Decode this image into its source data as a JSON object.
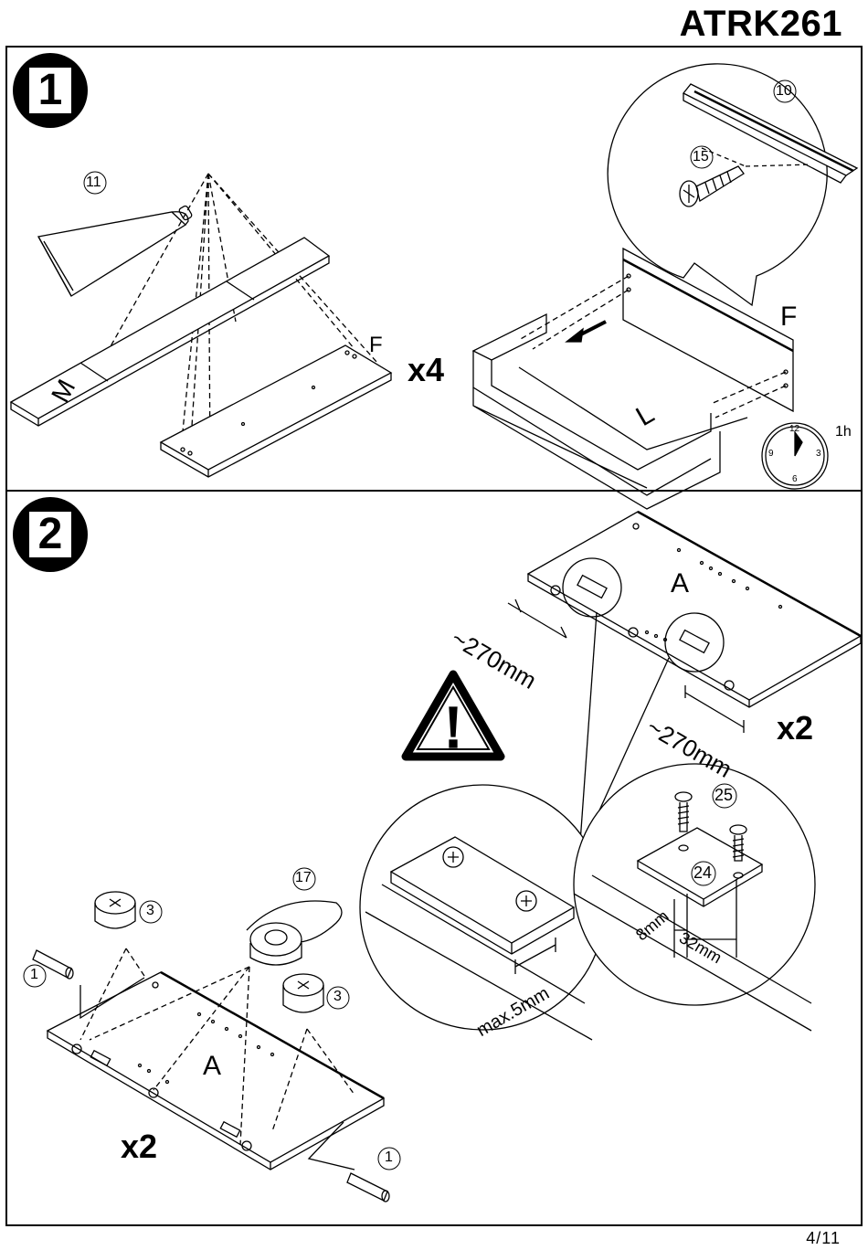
{
  "header": {
    "model": "ATRK261"
  },
  "steps": [
    {
      "number": "1",
      "multiplier": "x4",
      "time": "1h",
      "parts": {
        "tube": "11",
        "profile": "10",
        "screw": "15"
      },
      "letters": {
        "m": "M",
        "f1": "F",
        "f2": "F",
        "l": "L"
      },
      "clock": {
        "n12": "12",
        "n3": "3",
        "n6": "6",
        "n9": "9"
      }
    },
    {
      "number": "2",
      "multiplier_top": "x2",
      "multiplier_bottom": "x2",
      "dims": {
        "d1": "~270mm",
        "d2": "~270mm",
        "max": "max.5mm",
        "d8": "8mm",
        "d32": "32mm"
      },
      "parts": {
        "screw": "25",
        "plate": "24",
        "cam": "17",
        "bolt_a": "3",
        "bolt_b": "3",
        "dowel_a": "1",
        "dowel_b": "1"
      },
      "letters": {
        "a_top": "A",
        "a_bottom": "A"
      }
    }
  ],
  "footer": {
    "page": "4/11"
  },
  "colors": {
    "ink": "#000000",
    "paper": "#ffffff"
  }
}
